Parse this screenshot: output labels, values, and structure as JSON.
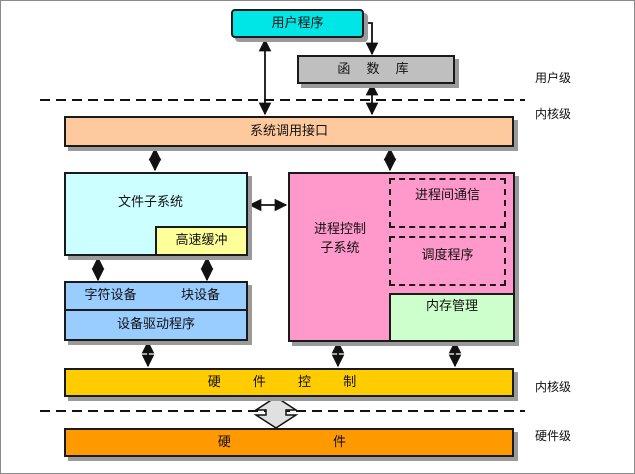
{
  "user_program": "用户程序",
  "function_lib": "函 数 库",
  "syscall_interface": "系统调用接口",
  "file_subsystem": "文件子系统",
  "buffer_cache": "高速缓冲",
  "char_device": "字符设备",
  "block_device": "块设备",
  "device_driver": "设备驱动程序",
  "process_control": "进程控制\n子系统",
  "ipc": "进程间通信",
  "scheduler": "调度程序",
  "memory_mgmt": "内存管理",
  "hardware_control": "硬 件 控 制",
  "hardware": "硬 件",
  "labels": {
    "user_level": "用户级",
    "kernel_level_top": "内核级",
    "kernel_level_bottom": "内核级",
    "hardware_level": "硬件级"
  },
  "colors": {
    "user_program": "#00e5e5",
    "function_lib": "#bfbfbf",
    "syscall": "#ffc99e",
    "file_subsystem": "#ccffff",
    "buffer_cache": "#ffff99",
    "devices": "#99ccff",
    "process": "#ff99cc",
    "memory": "#ccffcc",
    "hardware_control": "#ffcc00",
    "hardware": "#ff9900"
  }
}
